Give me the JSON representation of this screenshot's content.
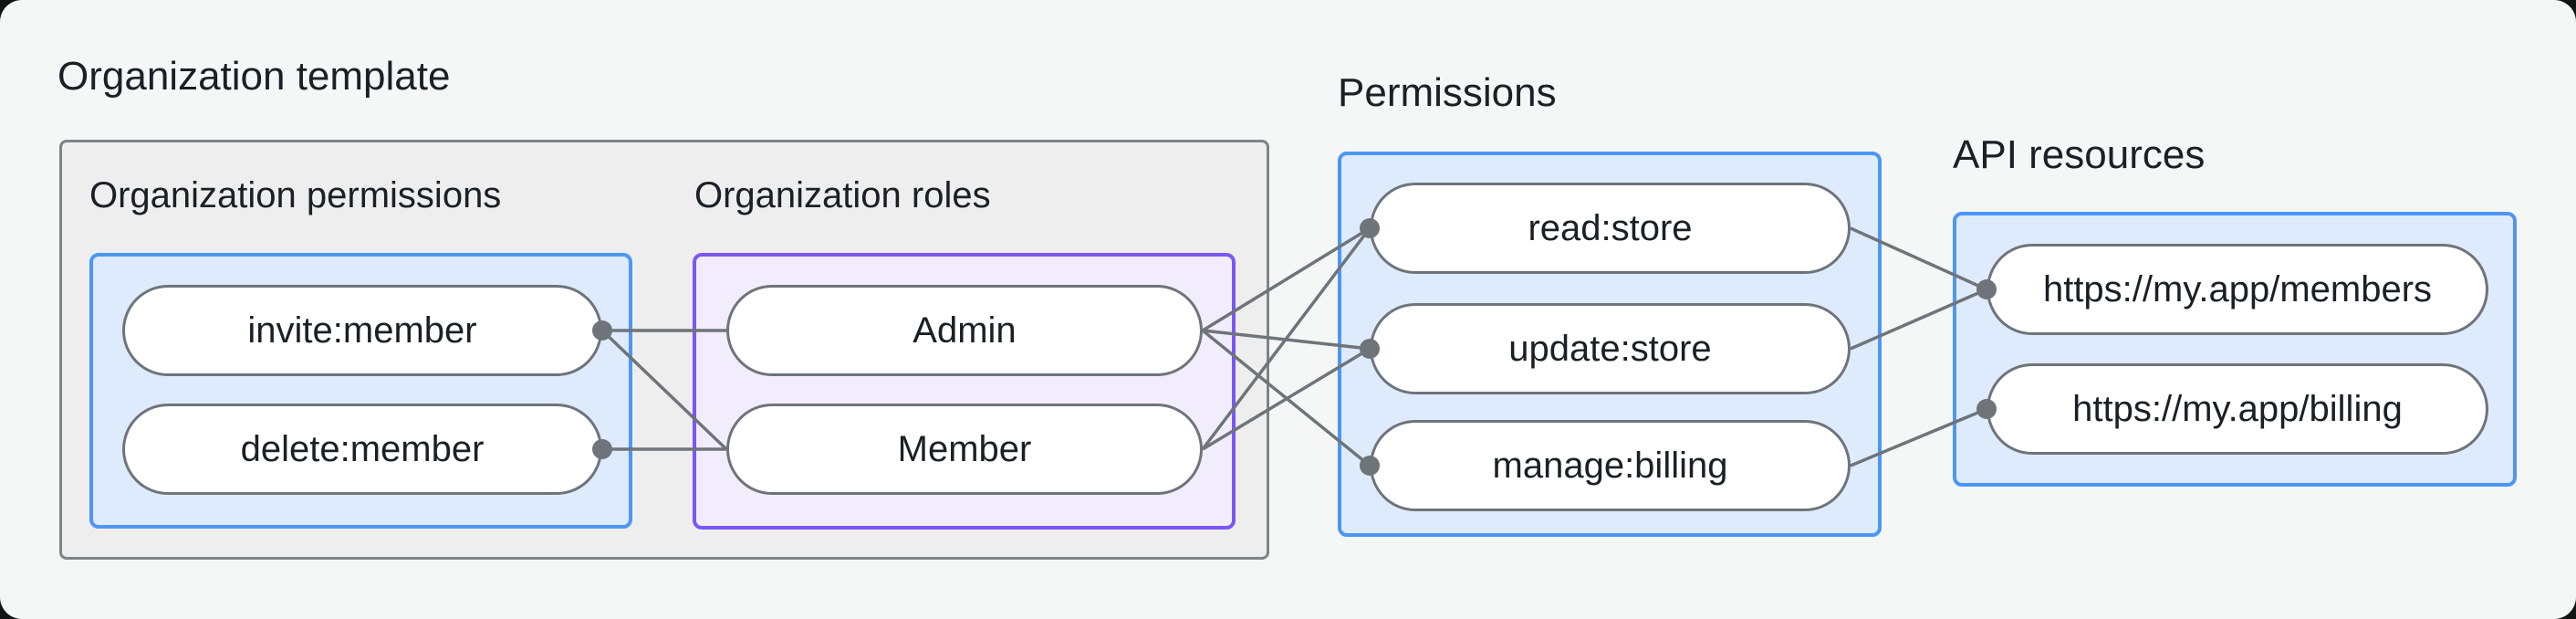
{
  "title": "Organization template",
  "section_labels": {
    "permissions": "Permissions",
    "api_resources": "API resources"
  },
  "groups": {
    "org_permissions": {
      "heading": "Organization permissions"
    },
    "org_roles": {
      "heading": "Organization roles"
    }
  },
  "nodes": {
    "invite_member": {
      "label": "invite:member"
    },
    "delete_member": {
      "label": "delete:member"
    },
    "admin": {
      "label": "Admin"
    },
    "member": {
      "label": "Member"
    },
    "read_store": {
      "label": "read:store"
    },
    "update_store": {
      "label": "update:store"
    },
    "manage_billing": {
      "label": "manage:billing"
    },
    "members_resource": {
      "label": "https://my.app/members"
    },
    "billing_resource": {
      "label": "https://my.app/billing"
    }
  },
  "connections": [
    {
      "from": "invite_member",
      "to": "admin"
    },
    {
      "from": "invite_member",
      "to": "member"
    },
    {
      "from": "delete_member",
      "to": "member"
    },
    {
      "from": "admin",
      "to": "read_store"
    },
    {
      "from": "admin",
      "to": "update_store"
    },
    {
      "from": "admin",
      "to": "manage_billing"
    },
    {
      "from": "member",
      "to": "read_store"
    },
    {
      "from": "member",
      "to": "update_store"
    },
    {
      "from": "read_store",
      "to": "members_resource"
    },
    {
      "from": "update_store",
      "to": "members_resource"
    },
    {
      "from": "manage_billing",
      "to": "billing_resource"
    }
  ],
  "dots": [
    {
      "node": "invite_member",
      "side": "right"
    },
    {
      "node": "delete_member",
      "side": "right"
    },
    {
      "node": "read_store",
      "side": "left"
    },
    {
      "node": "update_store",
      "side": "left"
    },
    {
      "node": "manage_billing",
      "side": "left"
    },
    {
      "node": "members_resource",
      "side": "left"
    },
    {
      "node": "billing_resource",
      "side": "left"
    }
  ],
  "colors": {
    "canvas_bg": "#F5F7F6",
    "container_bg": "#EDEEED",
    "container_border": "#7E8387",
    "blue_bg": "#DEEBFC",
    "blue_border": "#4D96F8",
    "purple_bg": "#F2EDFC",
    "purple_border": "#7A57F6",
    "pill_bg": "#FFFFFF",
    "pill_border": "#6E747A",
    "line": "#6E747A",
    "text": "#1A2026"
  }
}
